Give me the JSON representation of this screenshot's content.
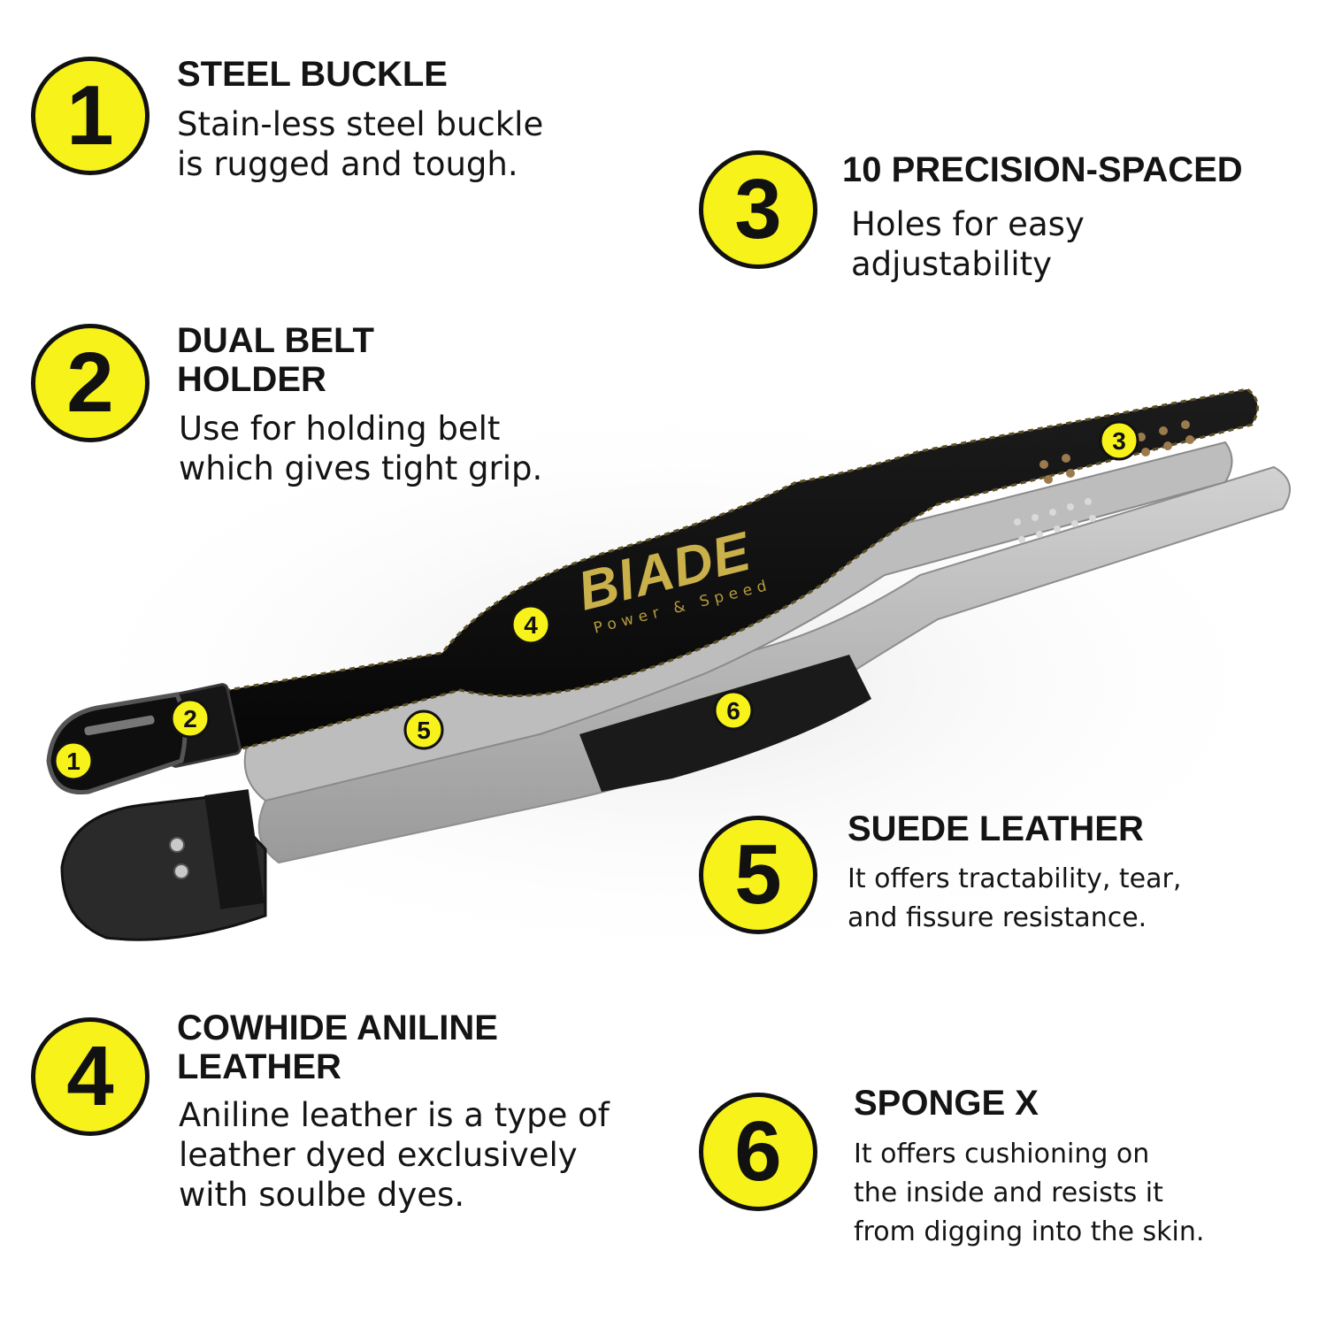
{
  "colors": {
    "badge_fill": "#f7f21a",
    "text": "#141414",
    "leather": "#111111",
    "suede": "#b8b8b8",
    "logo_gold": "#c9b04a"
  },
  "features": [
    {
      "number": "1",
      "title_lines": [
        "STEEL BUCKLE"
      ],
      "desc_lines": [
        "Stain-less steel buckle",
        "is rugged and tough."
      ]
    },
    {
      "number": "2",
      "title_lines": [
        "DUAL BELT",
        "HOLDER"
      ],
      "desc_lines": [
        "Use for holding belt",
        "which gives tight grip."
      ]
    },
    {
      "number": "3",
      "title_lines": [
        "10 PRECISION-SPACED"
      ],
      "desc_lines": [
        "Holes for easy",
        "adjustability"
      ]
    },
    {
      "number": "4",
      "title_lines": [
        "COWHIDE ANILINE",
        "LEATHER"
      ],
      "desc_lines": [
        "Aniline leather is a type of",
        "leather dyed  exclusively",
        "with soulbe dyes."
      ]
    },
    {
      "number": "5",
      "title_lines": [
        "SUEDE LEATHER"
      ],
      "desc_lines": [
        "It offers tractability, tear,",
        "and fissure resistance."
      ]
    },
    {
      "number": "6",
      "title_lines": [
        "SPONGE X"
      ],
      "desc_lines": [
        "It offers cushioning on",
        "the inside and resists it",
        "from digging into the skin."
      ]
    }
  ],
  "product": {
    "brand_name": "BlADE",
    "brand_tagline": "Power & Speed"
  },
  "belt_markers": [
    "1",
    "2",
    "3",
    "4",
    "5",
    "6"
  ]
}
